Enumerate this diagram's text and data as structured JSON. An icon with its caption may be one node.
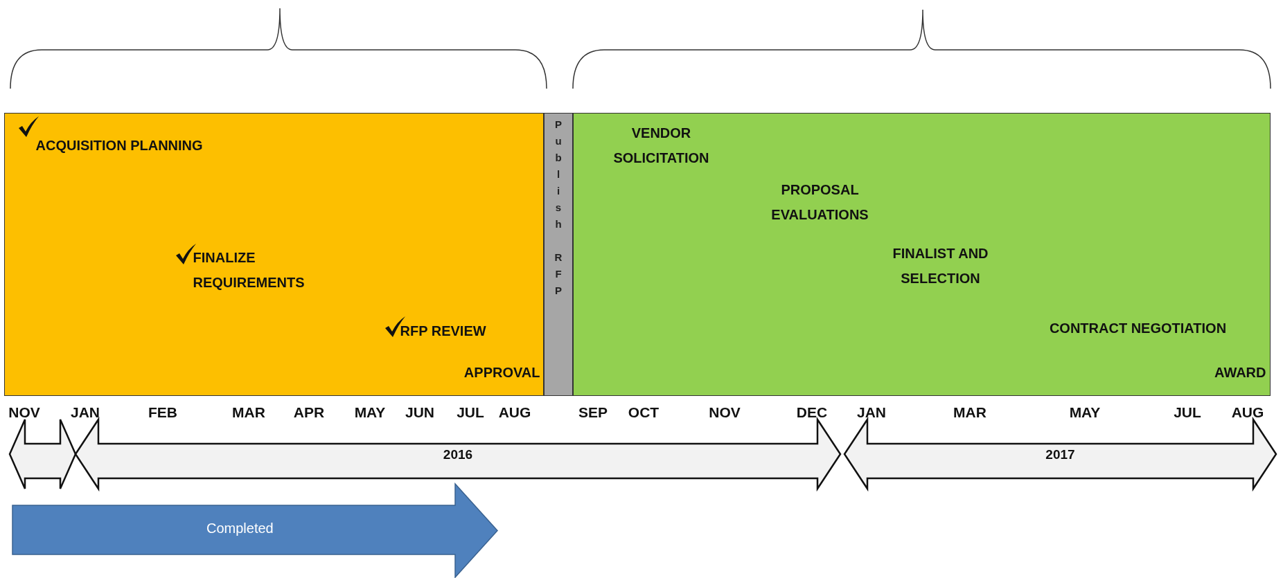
{
  "diagram": {
    "nodes": [
      {
        "text": [],
        "shape": "box"
      },
      {
        "text": [
          "ACQUISITION PLANNING"
        ],
        "in": 0
      },
      {
        "text": [
          "FINALIZE REQUIREMENTS"
        ],
        "in": 0
      },
      {
        "text": [
          "RFP REVIEW"
        ],
        "in": 0
      },
      {
        "text": [
          "APPROVAL"
        ],
        "in": 0
      },
      {
        "text": [
          "Publish RFP"
        ]
      },
      {
        "text": [],
        "shape": "box"
      },
      {
        "text": [
          "VENDOR SOLICITATION"
        ],
        "in": 6
      },
      {
        "text": [
          "PROPOSAL EVALUATIONS"
        ],
        "in": 6
      },
      {
        "text": [
          "FINALIST AND SELECTION"
        ],
        "in": 6
      },
      {
        "text": [
          "CONTRACT NEGOTIATION"
        ],
        "in": 6
      },
      {
        "text": [
          "AWARD"
        ],
        "in": 6
      },
      {
        "text": [],
        "shape": "arrow"
      },
      {
        "text": [
          "2016"
        ]
      },
      {
        "text": [
          "2017"
        ]
      },
      {
        "text": [
          "Completed"
        ]
      }
    ],
    "labels": [
      "NOV",
      "JAN",
      "FEB",
      "MAR",
      "APR",
      "MAY",
      "JUN",
      "JUL",
      "AUG",
      "SEP",
      "OCT",
      "NOV",
      "DEC",
      "JAN",
      "MAR",
      "MAY",
      "JUL",
      "AUG"
    ]
  }
}
